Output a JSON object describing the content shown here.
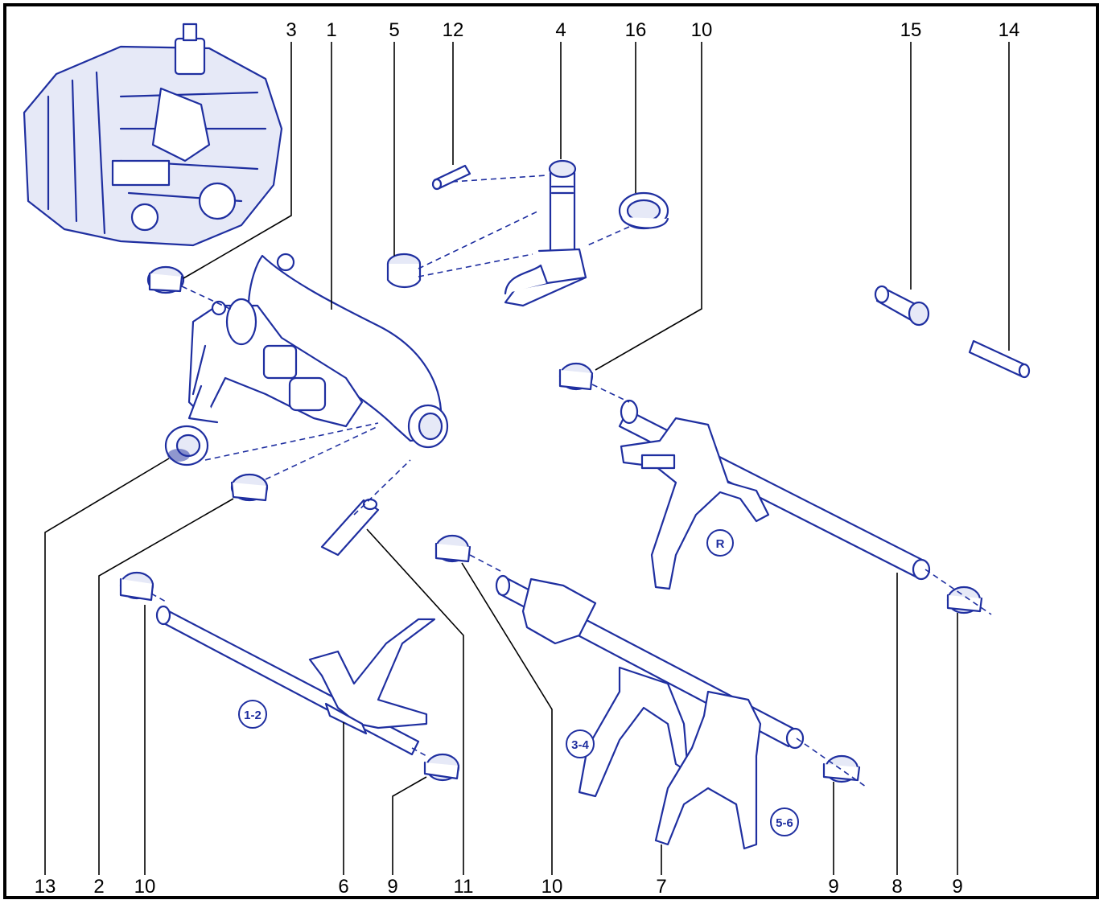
{
  "callouts_top": [
    "3",
    "1",
    "5",
    "12",
    "4",
    "16",
    "10",
    "15",
    "14"
  ],
  "callouts_bottom": [
    "13",
    "2",
    "10",
    "6",
    "9",
    "11",
    "10",
    "7",
    "9",
    "8",
    "9"
  ],
  "fork_tags": {
    "reverse": "R",
    "first_second": "1-2",
    "third_fourth": "3-4",
    "fifth_sixth": "5-6"
  },
  "colors": {
    "line_art": "#1f2fa0",
    "leaders": "#000000",
    "background": "#ffffff"
  }
}
